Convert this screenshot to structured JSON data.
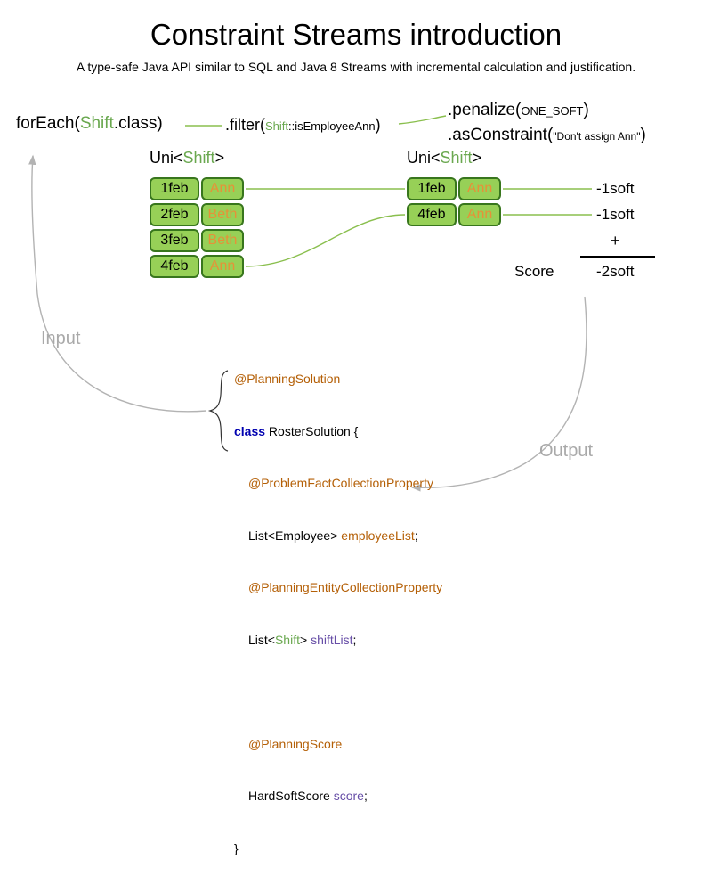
{
  "title": "Constraint Streams introduction",
  "subtitle": "A type-safe Java API similar to SQL and Java 8 Streams with incremental calculation and justification.",
  "pipeline": {
    "foreach_1": "forEach(",
    "foreach_2": "Shift",
    "foreach_3": ".class)",
    "filter_1": ".filter(",
    "filter_2": "Shift",
    "filter_3": "::isEmployeeAnn",
    "filter_4": ")",
    "penalize_1": ".penalize(",
    "penalize_2": "ONE_SOFT",
    "penalize_3": ")",
    "asconstraint_1": ".asConstraint(",
    "asconstraint_2": "\"Don't assign Ann\"",
    "asconstraint_3": ")"
  },
  "uni_label": {
    "pre": "Uni<",
    "shift": "Shift",
    "post": ">"
  },
  "input_table": {
    "rows": [
      {
        "date": "1feb",
        "name": "Ann"
      },
      {
        "date": "2feb",
        "name": "Beth"
      },
      {
        "date": "3feb",
        "name": "Beth"
      },
      {
        "date": "4feb",
        "name": "Ann"
      }
    ]
  },
  "output_table": {
    "rows": [
      {
        "date": "1feb",
        "name": "Ann"
      },
      {
        "date": "4feb",
        "name": "Ann"
      }
    ]
  },
  "scores": {
    "line1": "-1soft",
    "line2": "-1soft",
    "plus": "+",
    "label": "Score",
    "total": "-2soft"
  },
  "labels": {
    "input": "Input",
    "output": "Output"
  },
  "code": {
    "l1": "@PlanningSolution",
    "l2_kw": "class",
    "l2_rest": " RosterSolution {",
    "l3": "@ProblemFactCollectionProperty",
    "l4_1": "List<Employee> ",
    "l4_2": "employeeList",
    "l4_3": ";",
    "l5": "@PlanningEntityCollectionProperty",
    "l6_1": "List<",
    "l6_2": "Shift",
    "l6_3": "> ",
    "l6_4": "shiftList",
    "l6_5": ";",
    "l7": "@PlanningScore",
    "l8_1": "HardSoftScore ",
    "l8_2": "score",
    "l8_3": ";",
    "l9": "}"
  },
  "colors": {
    "accent_green": "#6aa84f",
    "cell_fill": "#97d057",
    "cell_border": "#38761d",
    "name_orange": "#e69138",
    "annotation_orange": "#b45f06",
    "field_purple": "#674ea7",
    "keyword_blue": "#0000b0",
    "label_gray": "#a9a9a9",
    "arrow_gray": "#b3b3b3",
    "line_green": "#8abf4e"
  }
}
